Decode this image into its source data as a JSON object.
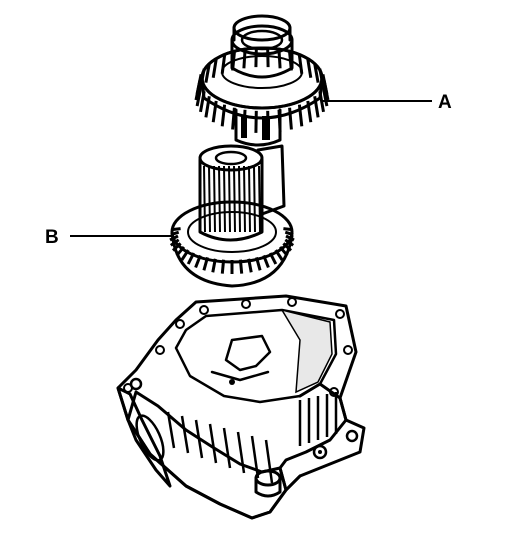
{
  "callouts": {
    "a": {
      "label": "A"
    },
    "b": {
      "label": "B"
    }
  },
  "colors": {
    "ink": "#000000",
    "paper": "#ffffff"
  },
  "parts": [
    "upper-gear",
    "cluster-gear",
    "transmission-case"
  ]
}
